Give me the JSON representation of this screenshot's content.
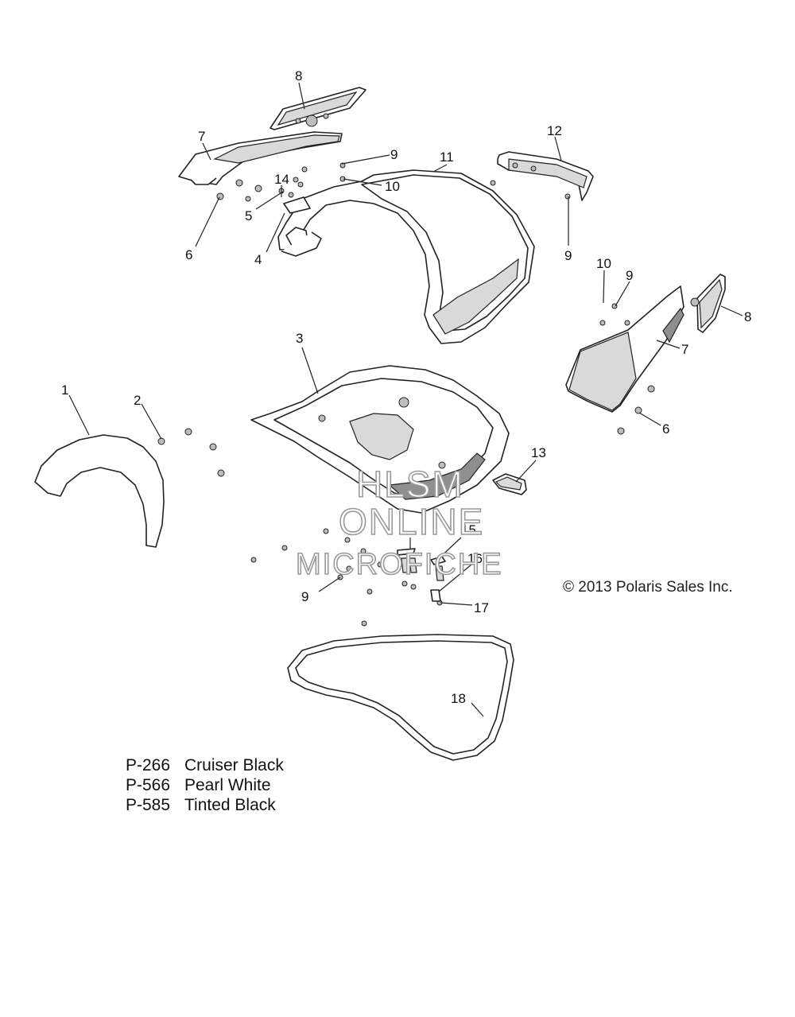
{
  "callouts": [
    "1",
    "2",
    "3",
    "4",
    "5",
    "6",
    "6",
    "7",
    "7",
    "8",
    "8",
    "9",
    "9",
    "9",
    "9",
    "10",
    "10",
    "11",
    "12",
    "13",
    "14",
    "15",
    "16",
    "17",
    "18"
  ],
  "watermark": {
    "line1": "HLSM",
    "line2": "ONLINE",
    "line3": "MICROFICHE"
  },
  "copyright": "© 2013 Polaris Sales Inc.",
  "legend": [
    {
      "code": "P-266",
      "name": "Cruiser Black"
    },
    {
      "code": "P-566",
      "name": "Pearl White"
    },
    {
      "code": "P-585",
      "name": "Tinted Black"
    }
  ]
}
